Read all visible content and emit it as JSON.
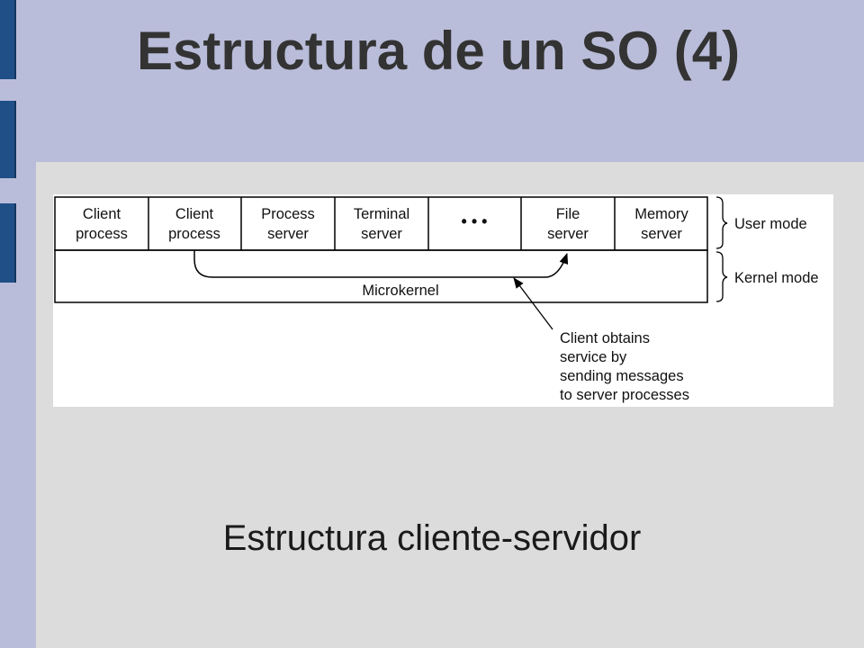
{
  "slide": {
    "title": "Estructura de un SO (4)",
    "caption": "Estructura cliente-servidor"
  },
  "diagram": {
    "boxes": [
      {
        "line1": "Client",
        "line2": "process"
      },
      {
        "line1": "Client",
        "line2": "process"
      },
      {
        "line1": "Process",
        "line2": "server"
      },
      {
        "line1": "Terminal",
        "line2": "server"
      },
      {
        "line1": "• • •",
        "line2": ""
      },
      {
        "line1": "File",
        "line2": "server"
      },
      {
        "line1": "Memory",
        "line2": "server"
      }
    ],
    "kernel_label": "Microkernel",
    "user_mode_label": "User mode",
    "kernel_mode_label": "Kernel mode",
    "annotation": [
      "Client obtains",
      "service by",
      "sending messages",
      "to server processes"
    ]
  },
  "colors": {
    "title_band": "#babdd9",
    "content_bg": "#dcdcdc",
    "accent_bar": "#1f4f86",
    "title_text": "#333333"
  }
}
